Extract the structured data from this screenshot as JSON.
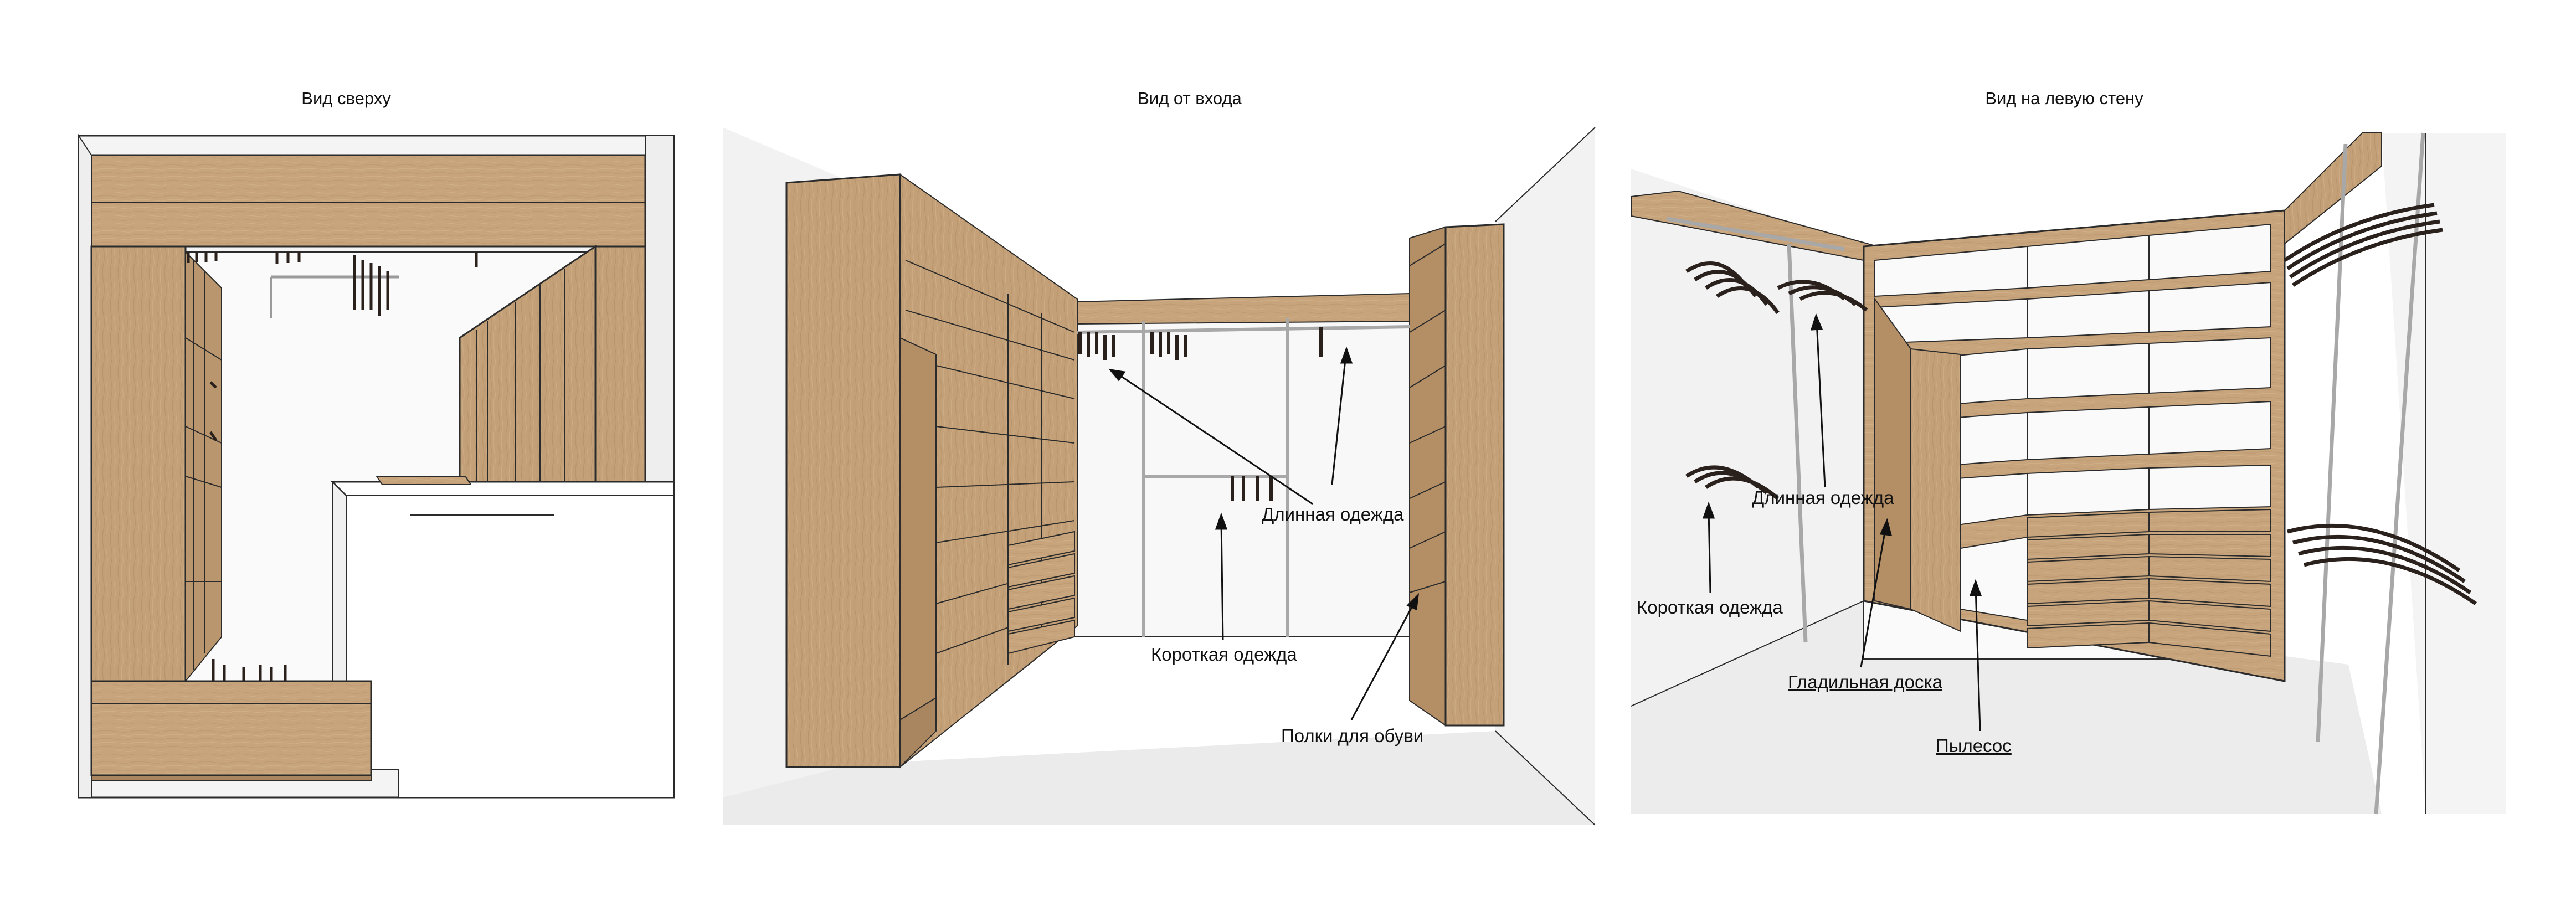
{
  "panels": {
    "top_view": {
      "title": "Вид сверху"
    },
    "entrance_view": {
      "title": "Вид от входа",
      "labels": {
        "long_clothes": "Длинная одежда",
        "short_clothes": "Короткая одежда",
        "shoe_shelves": "Полки для обуви"
      }
    },
    "left_wall_view": {
      "title": "Вид на левую стену",
      "labels": {
        "short_clothes": "Короткая одежда",
        "long_clothes": "Длинная одежда",
        "ironing_board": "Гладильная доска",
        "vacuum": "Пылесос"
      }
    }
  },
  "colors": {
    "wood": "#c7a47c",
    "wood_dark": "#a9865f",
    "wood_light": "#d8bb97",
    "wall": "#f3f3f3",
    "floor": "#e9e9e9",
    "outline": "#2b2b2b",
    "hanger": "#2a201c",
    "rod": "#bdbdbd"
  }
}
